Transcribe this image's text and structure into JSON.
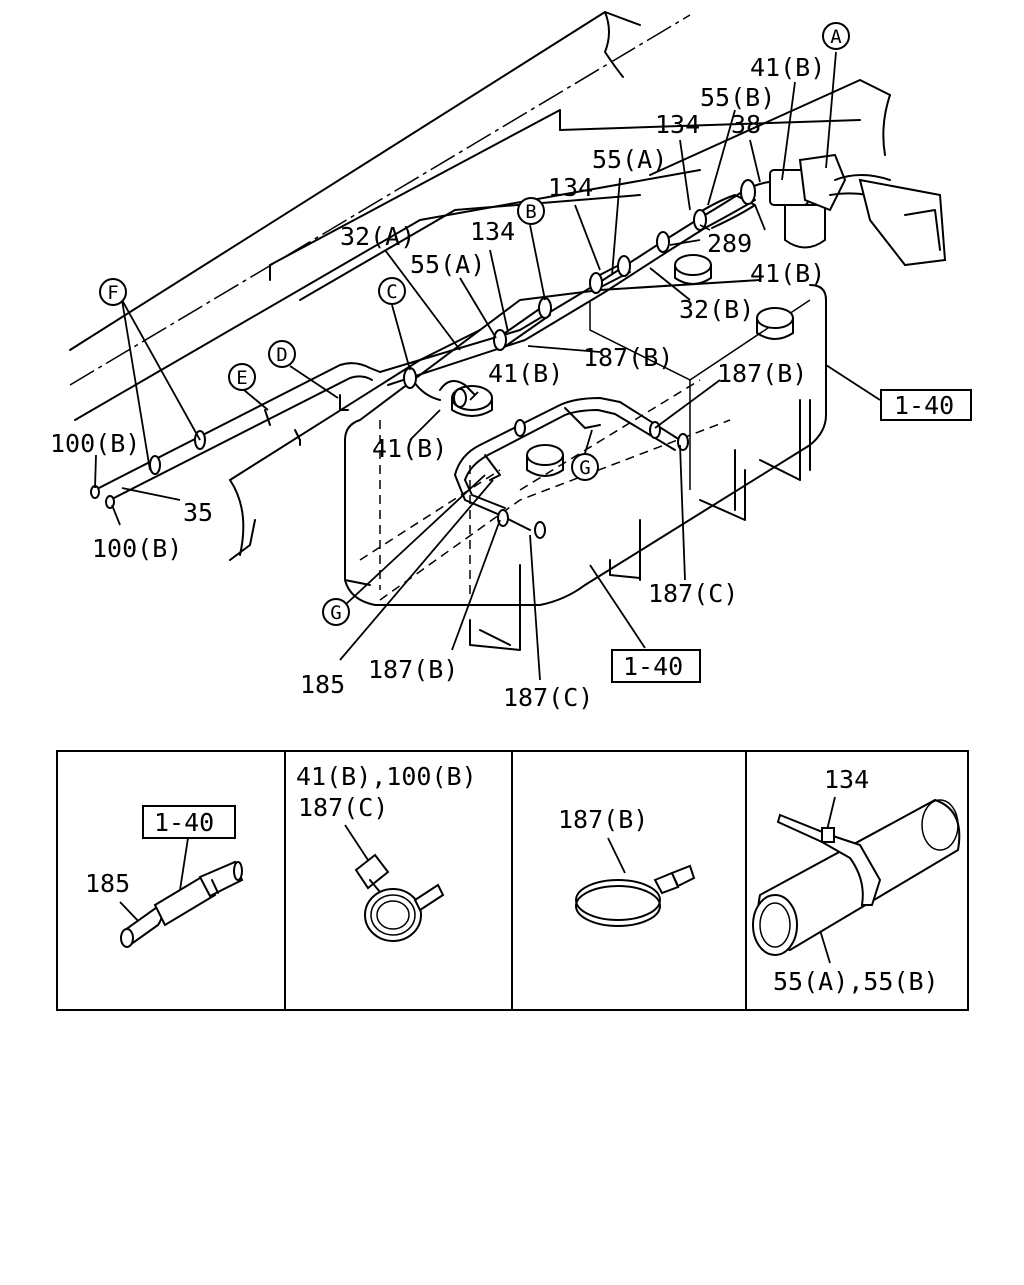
{
  "main_labels": {
    "label_41b_top": "41(B)",
    "label_55b_top": "55(B)",
    "label_134_a": "134",
    "label_38": "38",
    "label_55a_a": "55(A)",
    "label_134_b": "134",
    "label_32a": "32(A)",
    "label_134_c": "134",
    "label_55a_b": "55(A)",
    "label_289": "289",
    "label_41b_right": "41(B)",
    "label_32b": "32(B)",
    "label_187b_a": "187(B)",
    "label_187b_b": "187(B)",
    "label_41b_mid": "41(B)",
    "label_41b_left": "41(B)",
    "label_100b_a": "100(B)",
    "label_35": "35",
    "label_100b_b": "100(B)",
    "label_187c_a": "187(C)",
    "label_185": "185",
    "label_187b_c": "187(B)",
    "label_187c_b": "187(C)"
  },
  "reference_boxes": {
    "ref_tank_right": "1-40",
    "ref_tank_bottom": "1-40"
  },
  "callouts": {
    "A": "A",
    "B": "B",
    "C": "C",
    "D": "D",
    "E": "E",
    "F": "F",
    "G1": "G",
    "G2": "G"
  },
  "detail_panels": {
    "panel1": {
      "ref_box": "1-40",
      "part": "185"
    },
    "panel2": {
      "line1": "41(B),100(B)",
      "line2": "187(C)"
    },
    "panel3": {
      "part": "187(B)"
    },
    "panel4": {
      "top": "134",
      "bottom": "55(A),55(B)"
    }
  }
}
